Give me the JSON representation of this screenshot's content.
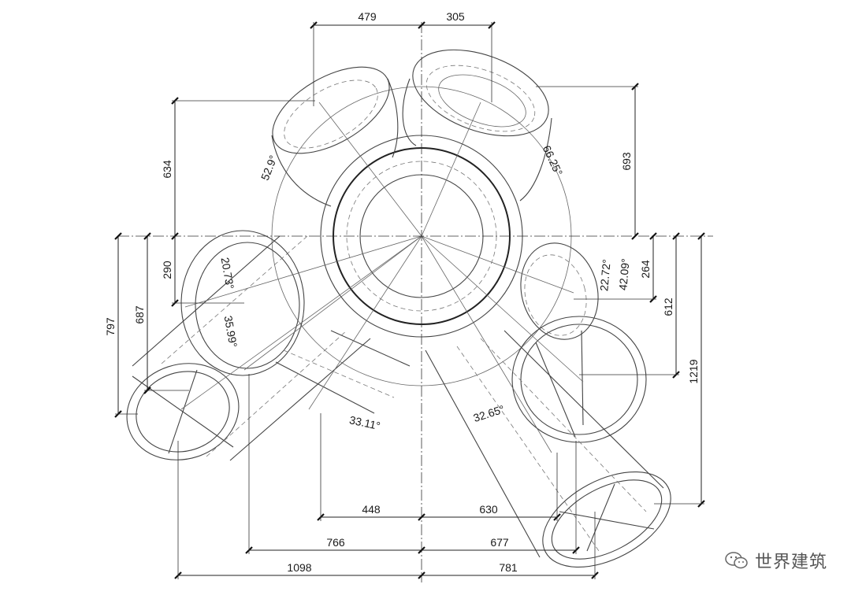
{
  "dimensions": {
    "top": [
      "479",
      "305"
    ],
    "bottom": [
      [
        "448",
        "630"
      ],
      [
        "766",
        "677"
      ],
      [
        "1098",
        "781"
      ]
    ],
    "left": [
      "634",
      "290",
      "687",
      "797"
    ],
    "right": [
      "693",
      "264",
      "612",
      "1219"
    ]
  },
  "angles": [
    "52.9°",
    "66.25°",
    "20.73°",
    "35.99°",
    "22.72°",
    "42.09°",
    "33.11°",
    "32.65°"
  ],
  "watermark": {
    "text": "世界建筑",
    "icon": "wechat-icon"
  }
}
